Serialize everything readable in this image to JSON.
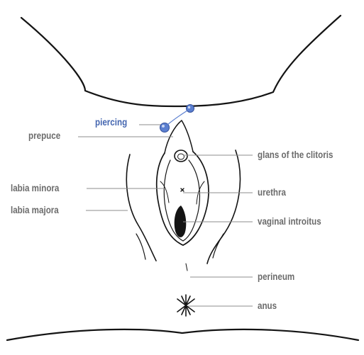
{
  "labels": {
    "piercing": "piercing",
    "prepuce": "prepuce",
    "glans": "glans of the clitoris",
    "labia_minora": "labia minora",
    "urethra": "urethra",
    "labia_majora": "labia majora",
    "vaginal_introitus": "vaginal introitus",
    "perineum": "perineum",
    "anus": "anus"
  },
  "colors": {
    "outline": "#141414",
    "leader": "#8c8c8c",
    "label": "#6b6b6b",
    "accent": "#4466b0",
    "bead": "#5b7fd0"
  }
}
